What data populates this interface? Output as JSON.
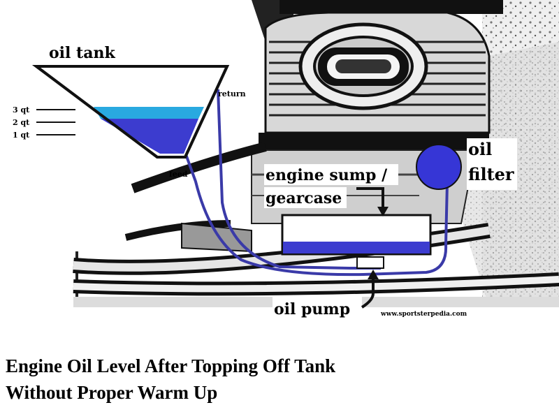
{
  "labels": {
    "oil_tank": "oil tank",
    "return": "return",
    "feed": "feed",
    "qt3": "3 qt",
    "qt2": "2 qt",
    "qt1": "1 qt",
    "sump_line1": "engine sump /",
    "sump_line2": "gearcase",
    "filter_line1": "oil",
    "filter_line2": "filter",
    "oil_pump": "oil pump",
    "website": "www.sportsterpedia.com"
  },
  "caption": {
    "line1": "Engine Oil Level After Topping Off Tank",
    "line2": "Without Proper Warm Up"
  },
  "colors": {
    "oil_light": "#29a9e0",
    "oil_dark": "#3c3ccf",
    "line": "#3a3aa8",
    "filter": "#3636d6"
  }
}
